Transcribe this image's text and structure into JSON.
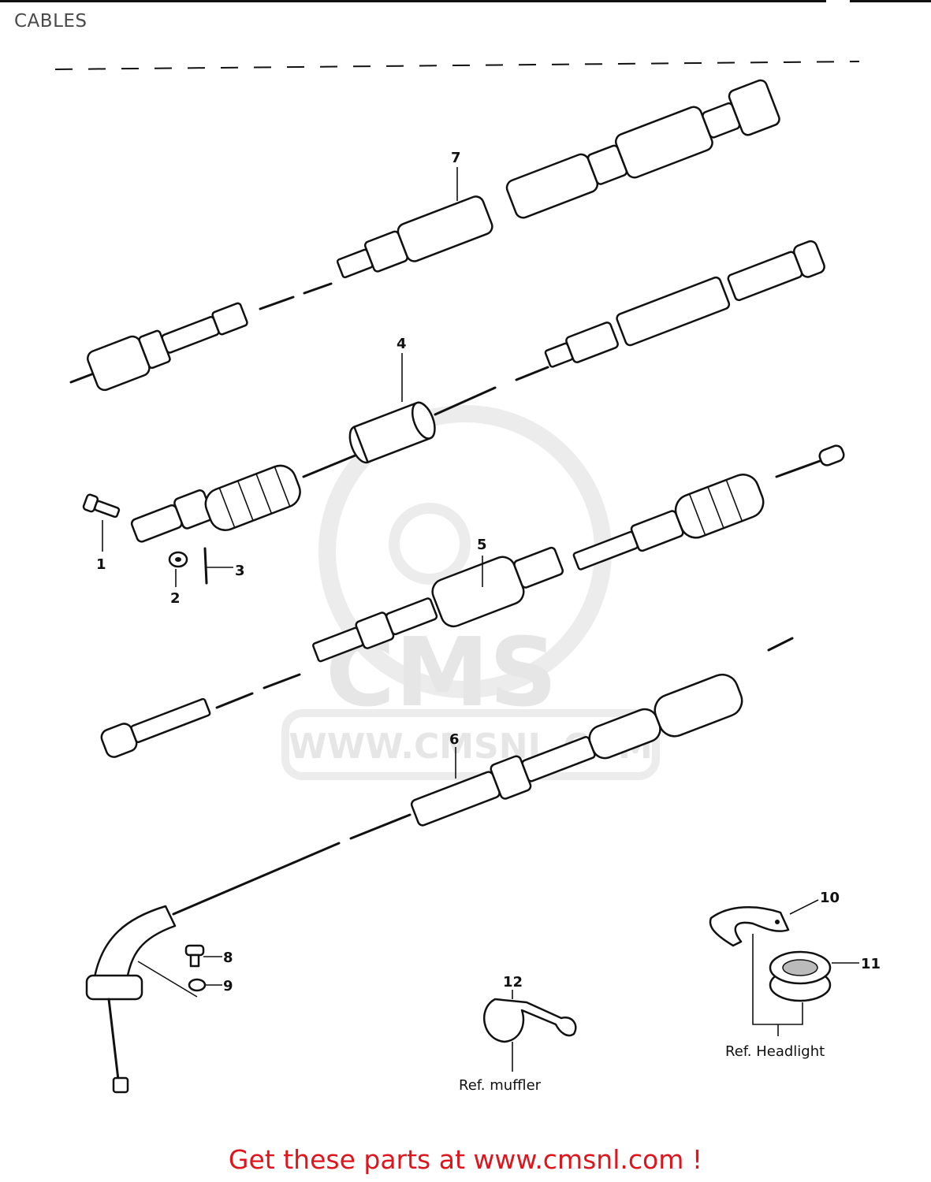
{
  "page": {
    "title": "CABLES",
    "footer": "Get these parts at www.cmsnl.com !"
  },
  "watermark": {
    "brand": "CMS",
    "url": "WWW.CMSNL.COM"
  },
  "callouts": [
    {
      "id": "1",
      "label": "1"
    },
    {
      "id": "2",
      "label": "2"
    },
    {
      "id": "3",
      "label": "3"
    },
    {
      "id": "4",
      "label": "4"
    },
    {
      "id": "5",
      "label": "5"
    },
    {
      "id": "6",
      "label": "6"
    },
    {
      "id": "7",
      "label": "7"
    },
    {
      "id": "8",
      "label": "8"
    },
    {
      "id": "9",
      "label": "9"
    },
    {
      "id": "10",
      "label": "10"
    },
    {
      "id": "11",
      "label": "11"
    },
    {
      "id": "12",
      "label": "12"
    }
  ],
  "references": {
    "muffler": "Ref. muffler",
    "headlight": "Ref. Headlight"
  },
  "colors": {
    "footer_text": "#e0141c",
    "title_text": "#4a4a4a",
    "line_art": "#111111",
    "watermark": "#e6e6e6"
  }
}
